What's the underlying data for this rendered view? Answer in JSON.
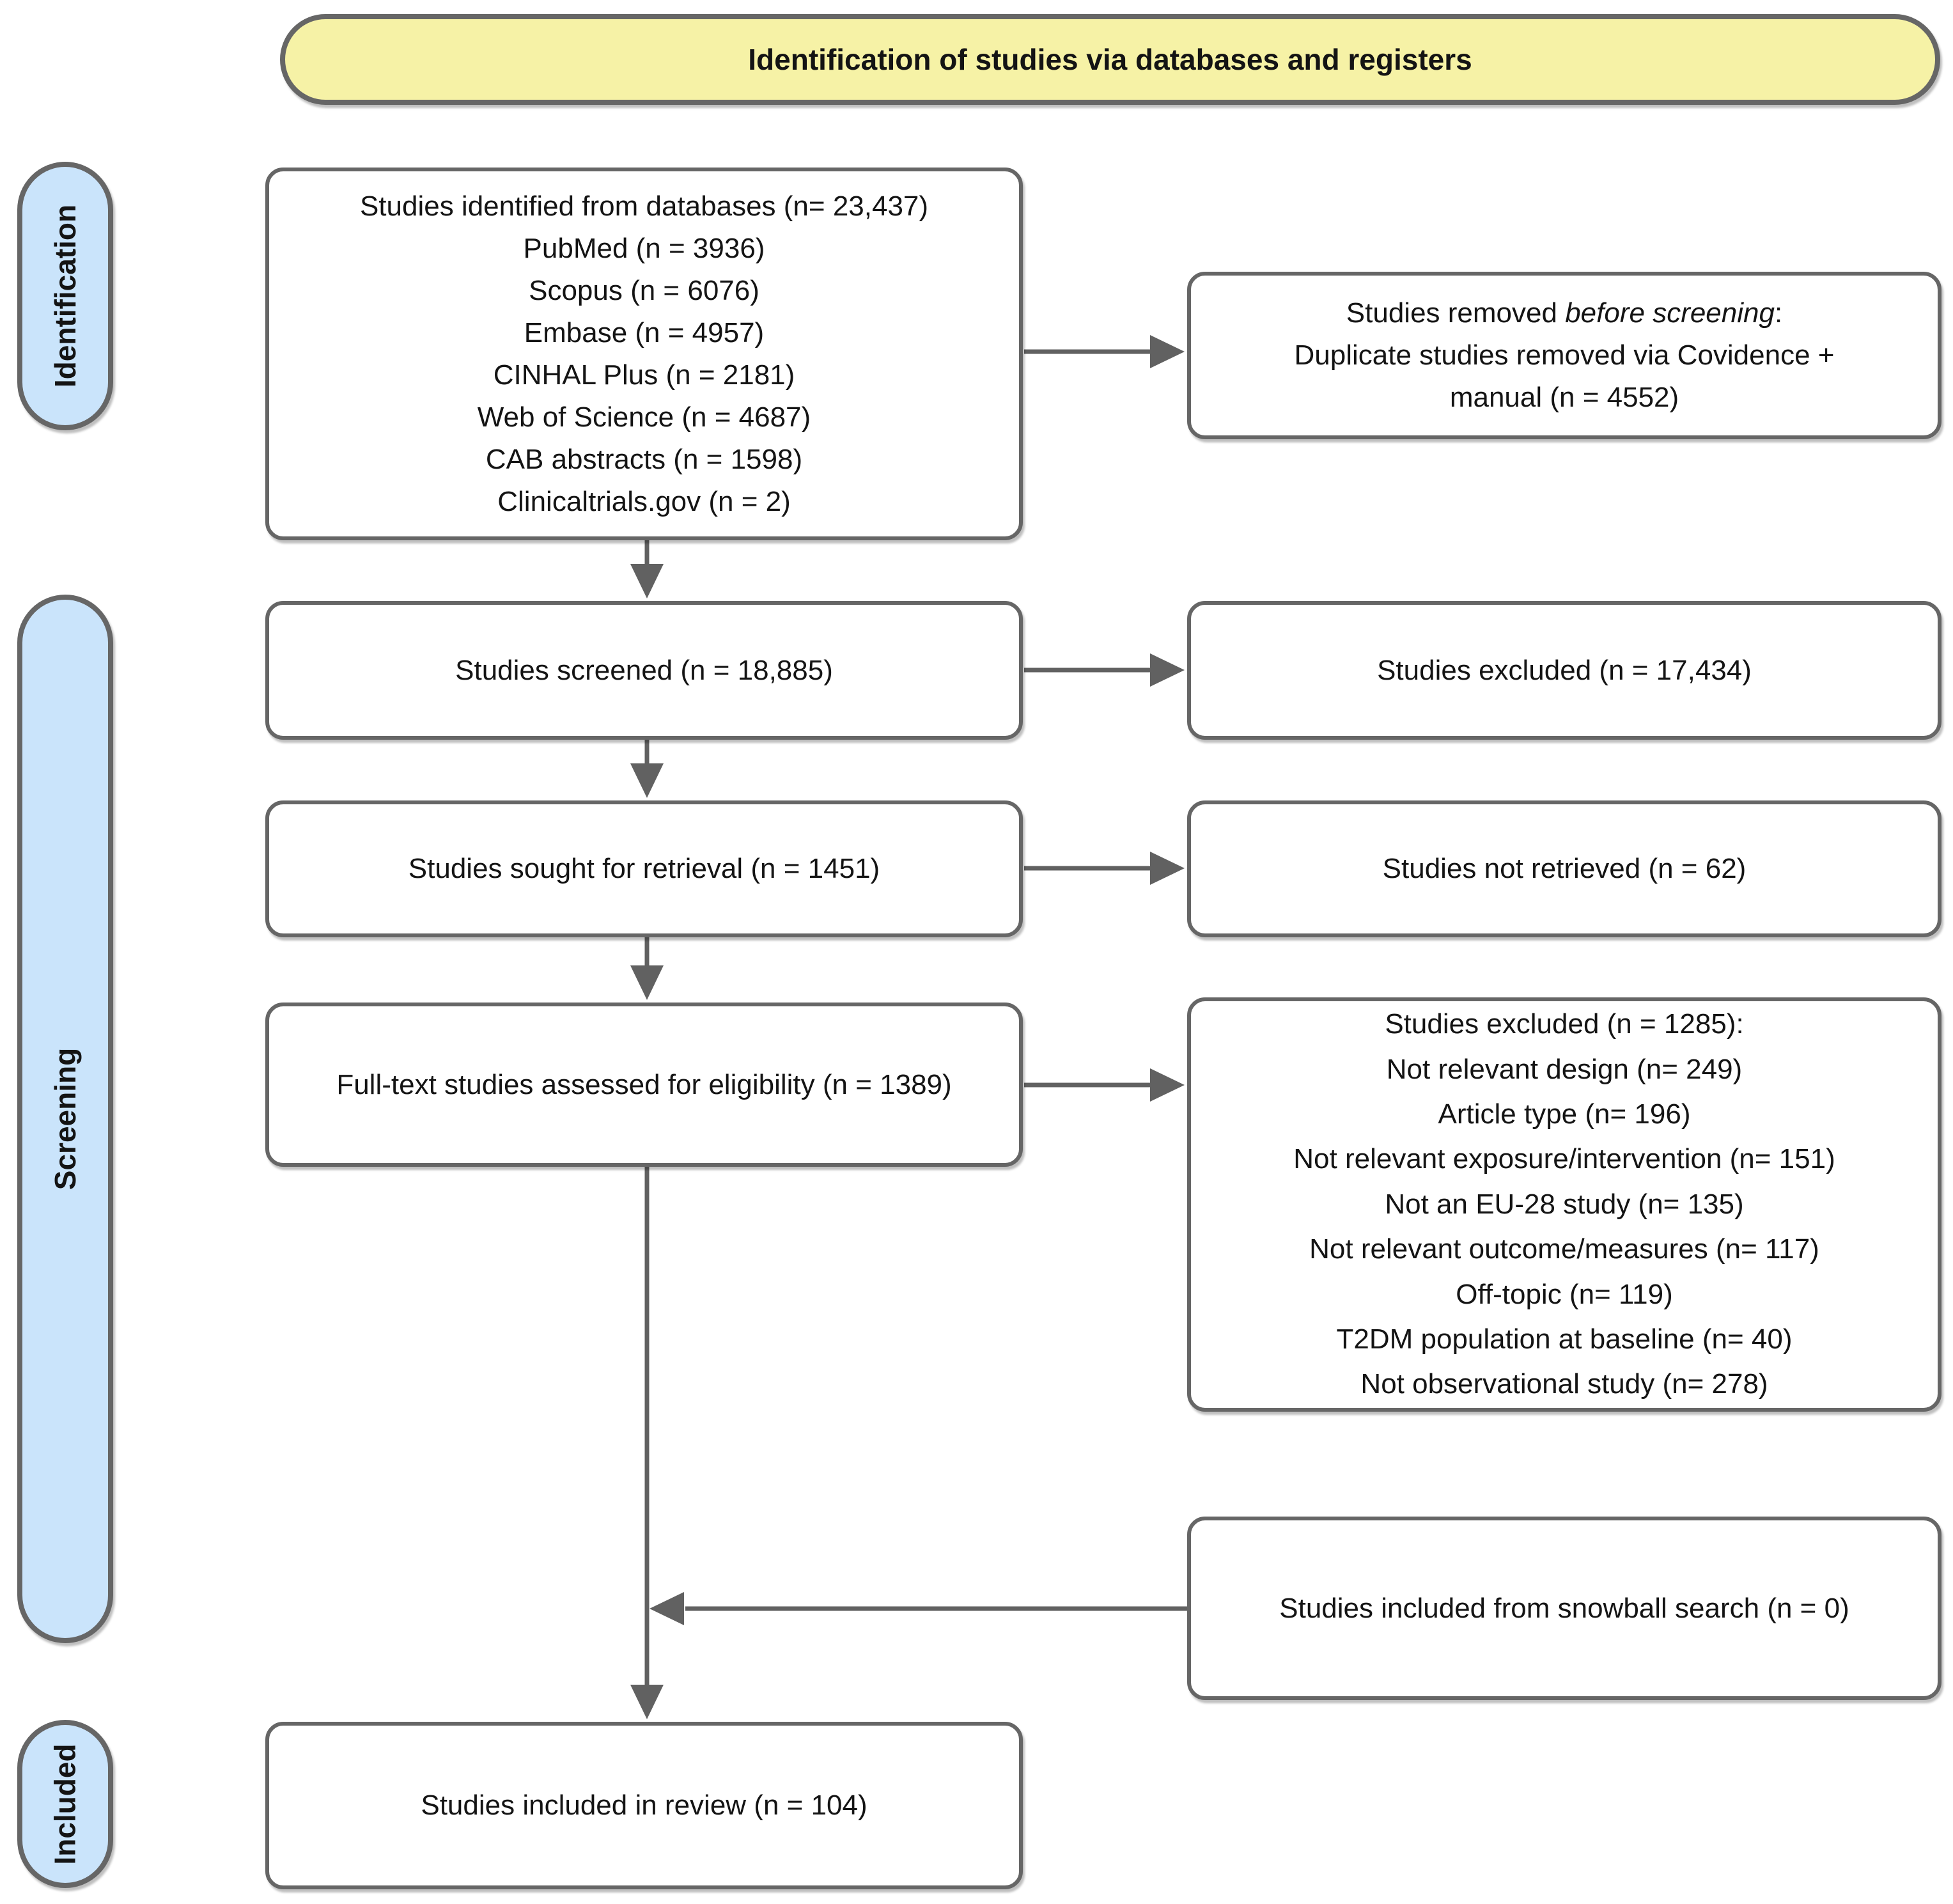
{
  "banner": {
    "title": "Identification of studies via databases and registers"
  },
  "stage_labels": {
    "identification": "Identification",
    "screening": "Screening",
    "included": "Included"
  },
  "colors": {
    "banner_fill": "#F6F2A6",
    "stage_pill_fill": "#CAE4FB",
    "box_fill": "#FFFFFF",
    "border_gray": "#666666",
    "arrow_gray": "#616161",
    "text": "#141414"
  },
  "boxes": {
    "identified": {
      "lines": [
        "Studies identified from databases (n= 23,437)",
        "PubMed (n = 3936)",
        "Scopus (n = 6076)",
        "Embase (n = 4957)",
        "CINHAL Plus (n = 2181)",
        "Web of Science (n = 4687)",
        "CAB abstracts (n = 1598)",
        "Clinicaltrials.gov (n = 2)"
      ]
    },
    "removed_before_screening": {
      "heading_prefix": "Studies removed ",
      "heading_italic": "before screening",
      "heading_suffix": ":",
      "body": "Duplicate studies removed via Covidence + manual (n = 4552)"
    },
    "screened": {
      "label": "Studies screened (n = 18,885)"
    },
    "excluded_after_screening": {
      "label": "Studies excluded (n = 17,434)"
    },
    "sought_retrieval": {
      "label": "Studies sought for retrieval (n = 1451)"
    },
    "not_retrieved": {
      "label": "Studies not retrieved (n = 62)"
    },
    "fulltext_assessed": {
      "label": "Full-text studies assessed for eligibility (n = 1389)"
    },
    "excluded_fulltext": {
      "lines": [
        "Studies excluded (n = 1285):",
        "Not relevant design (n= 249)",
        "Article type (n= 196)",
        "Not relevant exposure/intervention (n= 151)",
        "Not an EU-28 study (n= 135)",
        "Not relevant outcome/measures (n= 117)",
        "Off-topic (n= 119)",
        "T2DM population at baseline (n= 40)",
        "Not observational study (n= 278)"
      ]
    },
    "snowball": {
      "label": "Studies included from snowball search (n = 0)"
    },
    "included_review": {
      "label": "Studies included in review (n = 104)"
    }
  }
}
